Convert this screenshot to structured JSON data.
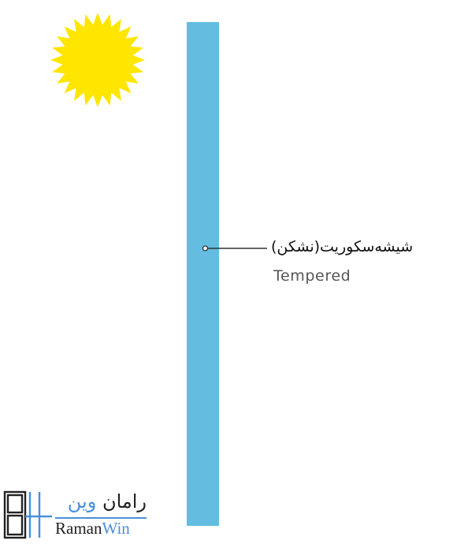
{
  "diagram": {
    "label_fa": "شیشه‌سکوریت(نشکن)",
    "label_en": "Tempered"
  },
  "logo": {
    "name_fa_part1": "رامان",
    "name_fa_part2": "وین",
    "name_en_part1": "Raman",
    "name_en_part2": "Win"
  },
  "colors": {
    "sun": "#ffe600",
    "glass": "#64bde1",
    "callout_line": "#333333",
    "logo_accent": "#4a90d9"
  },
  "icons": {
    "sun": "sun-icon",
    "logo": "window-frame-icon"
  }
}
